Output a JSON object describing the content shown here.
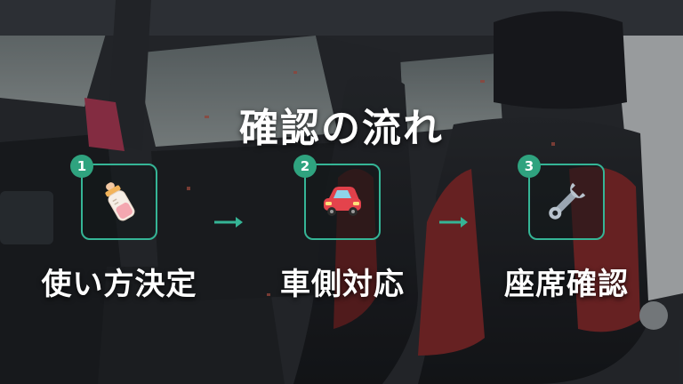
{
  "title": "確認の流れ",
  "steps": [
    {
      "number": "1",
      "label": "使い方決定",
      "icon": "baby-bottle-icon"
    },
    {
      "number": "2",
      "label": "車側対応",
      "icon": "car-icon"
    },
    {
      "number": "3",
      "label": "座席確認",
      "icon": "wrench-icon"
    }
  ],
  "colors": {
    "accent": "#35b596",
    "badge": "#2fa37f",
    "text": "#ffffff",
    "seat_red": "#8a2a2a"
  }
}
